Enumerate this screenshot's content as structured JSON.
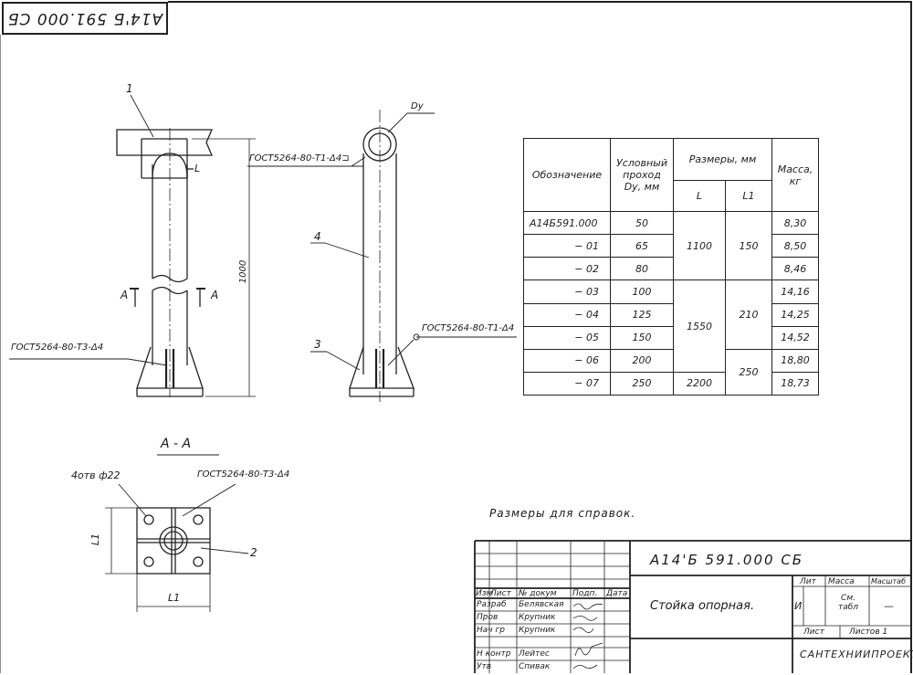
{
  "top_stamp": "А14'Б 591.000 СБ",
  "callouts": {
    "n1": "1",
    "n2": "2",
    "n3": "3",
    "n4": "4",
    "dim_L": "L",
    "dim_1000": "1000",
    "section_mark": "А",
    "dy": "Dу",
    "gost_top": "ГОСТ5264-80-Т1-Δ4⊐",
    "gost_mid": "ГОСТ5264-80-Т1-Δ4",
    "gost_left": "ГОСТ5264-80-Т3-Δ4",
    "section_title": "А - А",
    "holes": "4отв ф22",
    "gost_section": "ГОСТ5264-80-Т3-Δ4",
    "l1_vert": "L1",
    "l1_horiz": "L1",
    "note": "Размеры для справок."
  },
  "table": {
    "h_designation": "Обозначение",
    "h_dn": "Условный проход Dу, мм",
    "h_dims": "Размеры, мм",
    "h_L": "L",
    "h_L1": "L1",
    "h_mass": "Масса, кг",
    "rows": [
      {
        "designation": "А14Б591.000",
        "dn": "50",
        "mass": "8,30"
      },
      {
        "designation": "− 01",
        "dn": "65",
        "mass": "8,50"
      },
      {
        "designation": "− 02",
        "dn": "80",
        "mass": "8,46"
      },
      {
        "designation": "− 03",
        "dn": "100",
        "mass": "14,16"
      },
      {
        "designation": "− 04",
        "dn": "125",
        "mass": "14,25"
      },
      {
        "designation": "− 05",
        "dn": "150",
        "mass": "14,52"
      },
      {
        "designation": "− 06",
        "dn": "200",
        "mass": "18,80"
      },
      {
        "designation": "− 07",
        "dn": "250",
        "mass": "18,73"
      }
    ],
    "L_groups": [
      "1100",
      "1550",
      "2200"
    ],
    "L1_groups": [
      "150",
      "210",
      "250"
    ]
  },
  "title_block": {
    "doc_number": "А14'Б 591.000 СБ",
    "name": "Стойка опорная.",
    "h_izm": "Изм",
    "h_list": "Лист",
    "h_doc": "№ докум",
    "h_sign": "Подп.",
    "h_date": "Дата",
    "roles": [
      {
        "role": "Разраб",
        "name": "Белявская"
      },
      {
        "role": "Пров",
        "name": "Крупник"
      },
      {
        "role": "Нач гр",
        "name": "Крупник"
      },
      {
        "role": "Н контр",
        "name": "Лейтес"
      },
      {
        "role": "Утв",
        "name": "Спивак"
      }
    ],
    "lit": "Лит",
    "mass": "Масса",
    "scale": "Масштаб",
    "lit_value": "И",
    "mass_value": "См. табл",
    "scale_value": "—",
    "sheet": "Лист",
    "sheets": "Листов 1",
    "org": "САНТЕХНИИПРОЕКТ"
  }
}
